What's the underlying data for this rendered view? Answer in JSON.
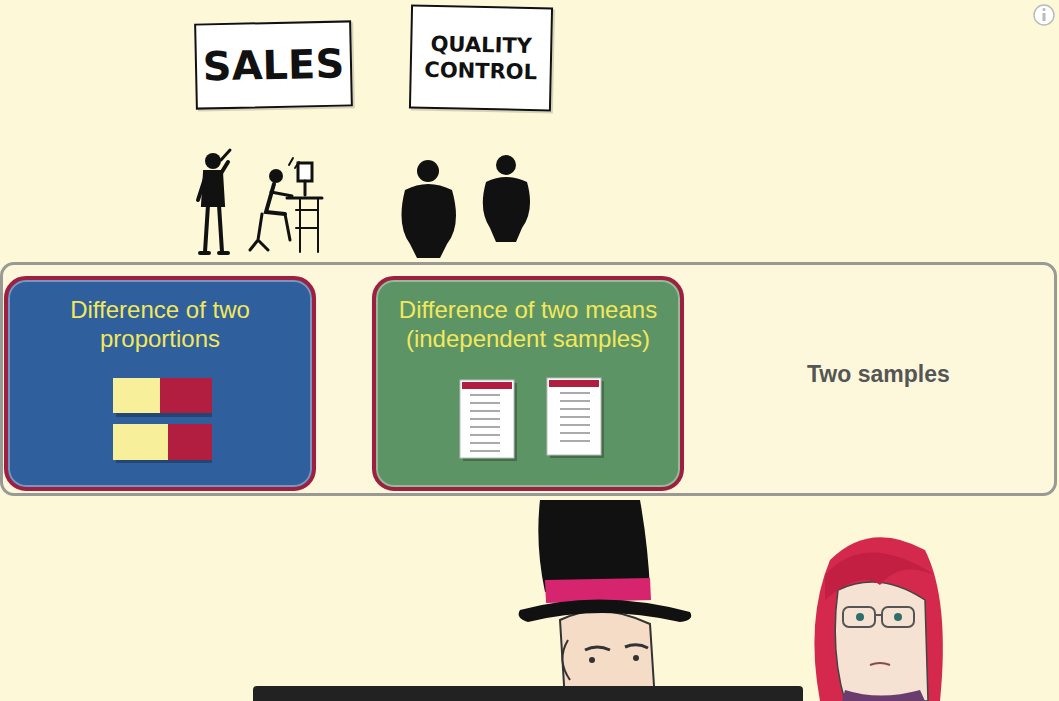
{
  "diagram": {
    "nodes": [
      {
        "text": [
          "SALES"
        ]
      },
      {
        "text": [
          "QUALITY CONTROL"
        ]
      },
      {
        "text": [
          "Two samples"
        ]
      },
      {
        "text": [
          "Difference of two proportions"
        ],
        "in": 2
      },
      {
        "text": [
          "Difference of two means (independent samples)"
        ],
        "in": 2
      }
    ],
    "edges": []
  }
}
